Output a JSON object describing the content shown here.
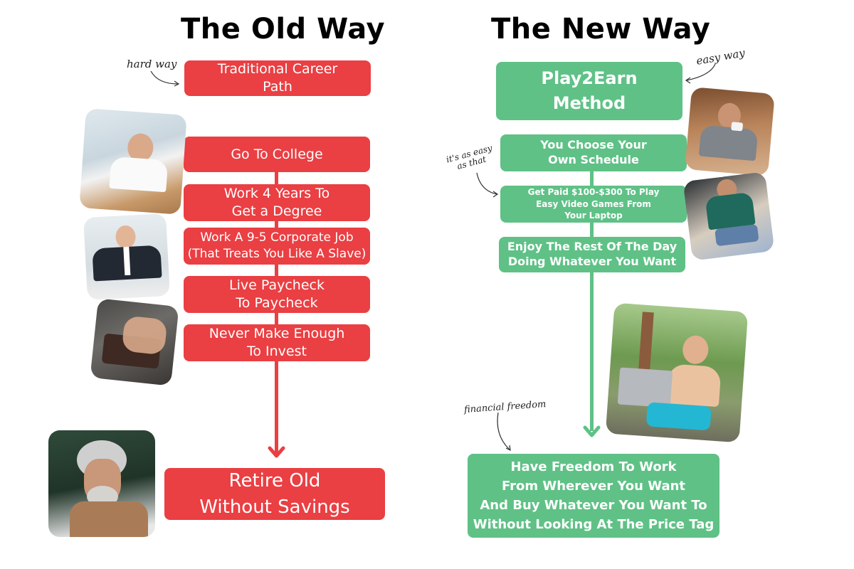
{
  "old_way": {
    "title": "The Old Way",
    "annotation": "hard way",
    "start": "Traditional Career\nPath",
    "steps": [
      "Go To College",
      "Work 4 Years To\nGet a Degree",
      "Work A 9-5 Corporate Job\n(That Treats You Like A Slave)",
      "Live Paycheck\nTo Paycheck",
      "Never Make Enough\nTo Invest"
    ],
    "outcome": "Retire Old\nWithout Savings",
    "photos": [
      "stressed-student-photo",
      "angry-office-worker-photo",
      "empty-wallet-photo",
      "sad-old-man-photo"
    ],
    "color": "#ea3f43"
  },
  "new_way": {
    "title": "The New Way",
    "annotation_top": "easy way",
    "annotation_mid": "it's as easy\nas that",
    "annotation_bottom": "financial freedom",
    "start": "Play2Earn\nMethod",
    "steps": [
      "You Choose Your\nOwn Schedule",
      "Get Paid $100-$300 To Play\nEasy Video Games From\nYour Laptop",
      "Enjoy The Rest Of The Day\nDoing Whatever You Want"
    ],
    "outcome": "Have Freedom To Work\nFrom Wherever You Want\nAnd Buy Whatever You Want To\nWithout Looking At The Price Tag",
    "photos": [
      "man-drinking-coffee-photo",
      "man-playing-video-games-photo",
      "man-relaxing-with-laptop-photo"
    ],
    "color": "#5fc186"
  }
}
